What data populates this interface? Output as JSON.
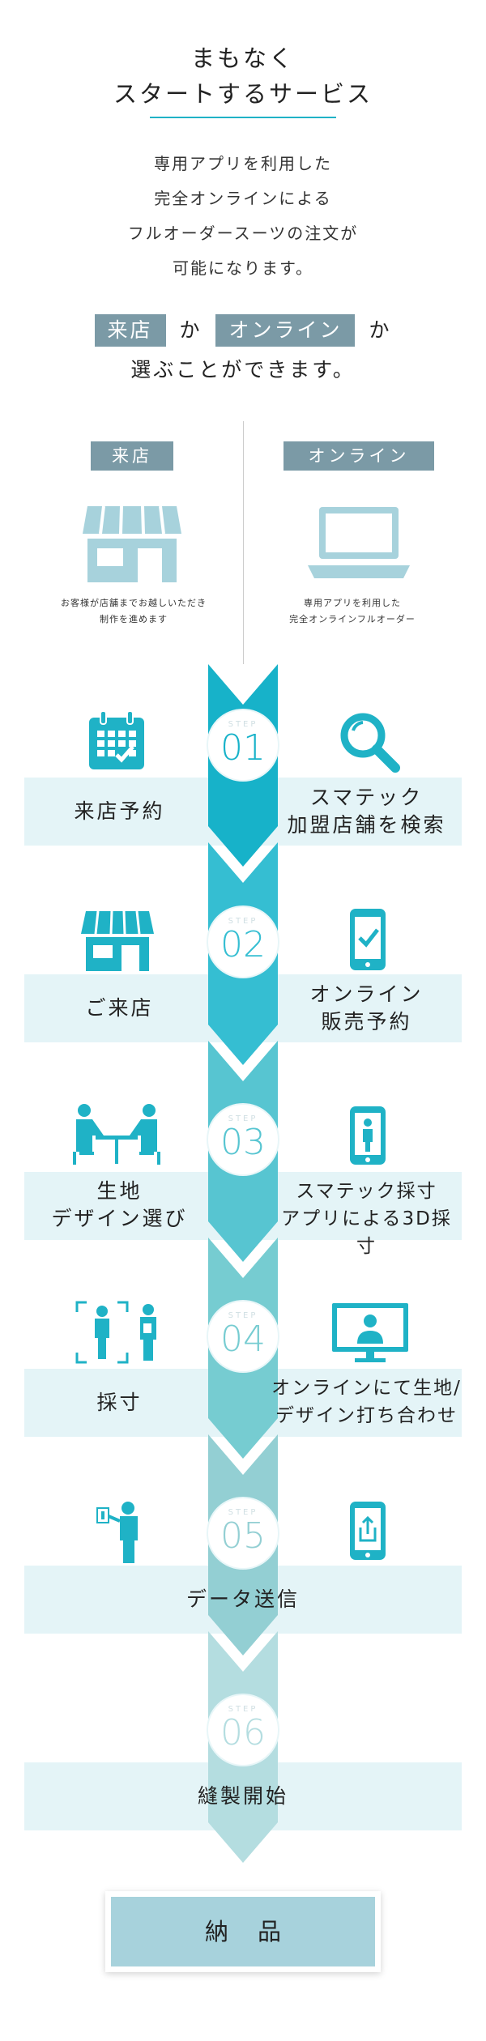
{
  "header": {
    "title_line1": "まもなく",
    "title_line2": "スタートするサービス"
  },
  "intro": {
    "line1": "専用アプリを利用した",
    "line2": "完全オンラインによる",
    "line3": "フルオーダースーツの注文が",
    "line4": "可能になります。"
  },
  "choice": {
    "chip1": "来店",
    "ka1": "か",
    "chip2": "オンライン",
    "ka2": "か",
    "line2": "選ぶことができます。"
  },
  "columns": {
    "left": {
      "label": "来店",
      "desc1": "お客様が店舗までお越しいただき",
      "desc2": "制作を進めます",
      "icon": "store-icon"
    },
    "right": {
      "label": "オンライン",
      "desc1": "専用アプリを利用した",
      "desc2": "完全オンラインフルオーダー",
      "icon": "laptop-icon"
    }
  },
  "steps": [
    {
      "step_word": "STEP",
      "number": "01",
      "left_label": "来店予約",
      "right_line1": "スマテック",
      "right_line2": "加盟店舗を検索",
      "left_icon": "calendar-icon",
      "right_icon": "magnifier-icon",
      "color": "#17b2c9"
    },
    {
      "step_word": "STEP",
      "number": "02",
      "left_label": "ご来店",
      "right_line1": "オンライン",
      "right_line2": "販売予約",
      "left_icon": "store-icon",
      "right_icon": "smartphone-check-icon",
      "color": "#35bed2"
    },
    {
      "step_word": "STEP",
      "number": "03",
      "left_line1": "生地",
      "left_line2": "デザイン選び",
      "right_line1": "スマテック採寸",
      "right_line2": "アプリによる3D採寸",
      "left_icon": "consultation-table-icon",
      "right_icon": "smartphone-person-icon",
      "color": "#57c5d1"
    },
    {
      "step_word": "STEP",
      "number": "04",
      "left_label": "採寸",
      "right_line1": "オンラインにて生地/",
      "right_line2": "デザイン打ち合わせ",
      "left_icon": "measurement-icon",
      "right_icon": "video-call-icon",
      "color": "#76ccd1"
    },
    {
      "step_word": "STEP",
      "number": "05",
      "center_label": "データ送信",
      "left_icon": "presenter-icon",
      "right_icon": "smartphone-upload-icon",
      "color": "#93cfd3"
    },
    {
      "step_word": "STEP",
      "number": "06",
      "center_label": "縫製開始",
      "color": "#b4dde0"
    }
  ],
  "delivery": {
    "label": "納品"
  },
  "colors": {
    "accent": "#1fb2c6",
    "chip": "#7b9aa6",
    "band": "#e4f4f7",
    "icon_gray": "#a7d2dc"
  }
}
